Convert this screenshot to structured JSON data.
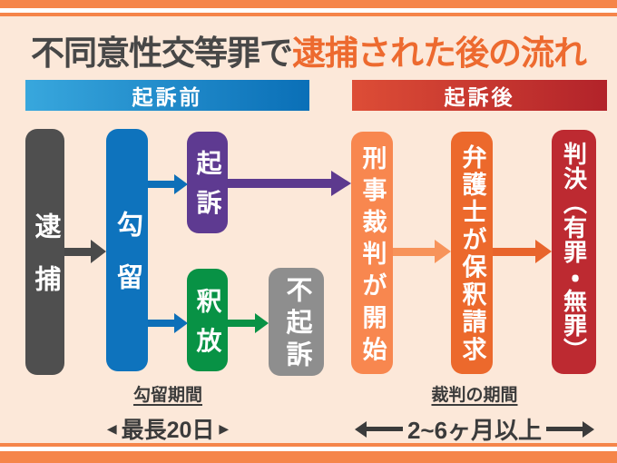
{
  "title": {
    "black_part": "不同意性交等罪で",
    "orange_part": "逮捕された後の流れ"
  },
  "colors": {
    "background": "#fce8d9",
    "border_stripe": "#f5854a",
    "title_dark": "#474747",
    "title_accent": "#ed6a2f",
    "caption_text": "#3b3b3b"
  },
  "phase_headers": [
    {
      "label": "起訴前",
      "gradient_start": "#38a7dd",
      "gradient_end": "#0a6fb7"
    },
    {
      "label": "起訴後",
      "gradient_start": "#dd4d36",
      "gradient_end": "#b2232a"
    }
  ],
  "nodes": {
    "arrest": {
      "label": "逮捕",
      "color": "#4f4f4f"
    },
    "detention": {
      "label": "勾留",
      "color": "#0e73bd"
    },
    "prosecution": {
      "label": "起訴",
      "color": "#5e3a91"
    },
    "release": {
      "label": "釈放",
      "color": "#089245"
    },
    "non_prosecution": {
      "label": "不起訴",
      "color": "#8e8e8e"
    },
    "trial_start": {
      "label": "刑事裁判が開始",
      "color": "#f8874f"
    },
    "bail_request": {
      "label": "弁護士が保釈請求",
      "color": "#ec692c"
    },
    "verdict": {
      "label": "判決（有罪・無罪）",
      "color": "#bd2a31"
    }
  },
  "edges": {
    "arrest_to_detention": {
      "color": "#4a4a4a"
    },
    "detention_to_prosecution": {
      "color": "#0d6fb8"
    },
    "detention_to_release": {
      "color": "#0d6fb8"
    },
    "release_to_non_prosecution": {
      "color": "#089245"
    },
    "prosecution_to_trial": {
      "color": "#5d3a8e"
    },
    "trial_to_bail": {
      "color": "#f7935a"
    },
    "bail_to_verdict": {
      "color": "#e8642c"
    }
  },
  "durations": {
    "detention_period": {
      "title": "勾留期間",
      "value": "最長20日",
      "left_arrow": "◀",
      "right_arrow": "▶"
    },
    "trial_period": {
      "title": "裁判の期間",
      "value": "2~6ヶ月以上"
    }
  }
}
